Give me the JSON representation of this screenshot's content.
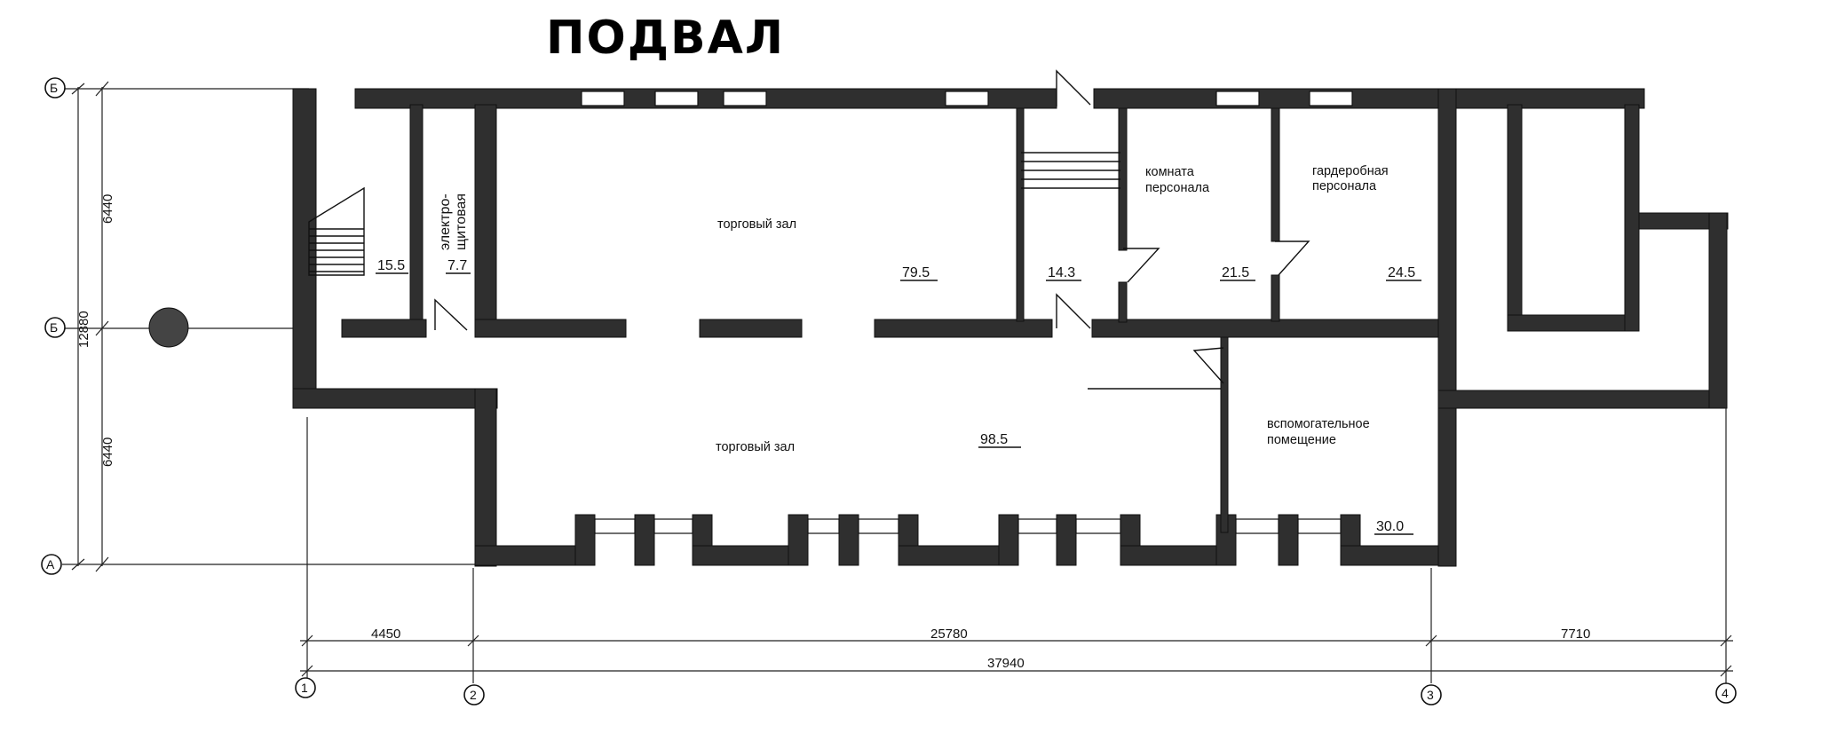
{
  "title": "ПОДВАЛ",
  "rooms": [
    {
      "id": "stair-room",
      "area": "15.5"
    },
    {
      "id": "electro",
      "name": "электро-щитовая",
      "name_line1": "электро-",
      "name_line2": "щитовая",
      "area": "7.7"
    },
    {
      "id": "hall-top",
      "name": "торговый зал",
      "area": "79.5"
    },
    {
      "id": "stair-hall",
      "area": "14.3"
    },
    {
      "id": "staff-room",
      "name_line1": "комната",
      "name_line2": "персонала",
      "area": "21.5"
    },
    {
      "id": "staff-wardrobe",
      "name_line1": "гардеробная",
      "name_line2": "персонала",
      "area": "24.5"
    },
    {
      "id": "hall-bottom",
      "name": "торговый зал",
      "area": "98.5"
    },
    {
      "id": "auxiliary",
      "name_line1": "вспомогательное",
      "name_line2": "помещение",
      "area": "30.0"
    }
  ],
  "axes": {
    "letters": [
      "Б",
      "Б",
      "А"
    ],
    "numbers": [
      "1",
      "2",
      "3",
      "4"
    ]
  },
  "dimensions": {
    "vertical": [
      "6440",
      "12880",
      "6440"
    ],
    "horizontal": [
      "4450",
      "25780",
      "7710"
    ],
    "total": "37940"
  }
}
